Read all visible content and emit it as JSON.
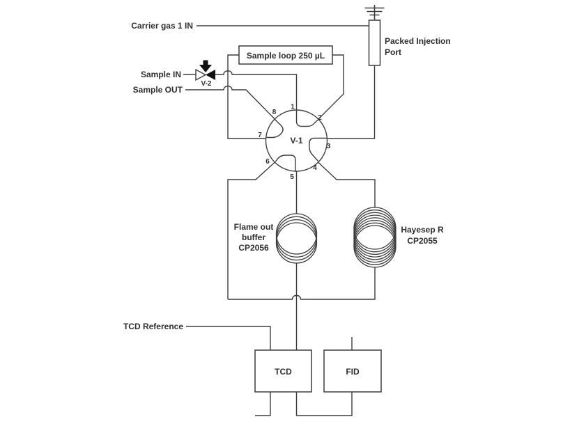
{
  "diagram": {
    "labels": {
      "carrier_gas_in": "Carrier gas 1 IN",
      "sample_in": "Sample IN",
      "sample_out": "Sample OUT",
      "tcd_reference": "TCD Reference",
      "sample_loop": "Sample loop 250 µL",
      "packed_injection_port": {
        "line1": "Packed Injection",
        "line2": "Port"
      },
      "flame_out_buffer": {
        "line1": "Flame out",
        "line2": "buffer",
        "line3": "CP2056"
      },
      "hayesep_column": {
        "line1": "Hayesep R",
        "line2": "CP2055"
      },
      "valve_main": "V-1",
      "valve_sample": "V-2",
      "detector_tcd": "TCD",
      "detector_fid": "FID"
    },
    "valve_ports": [
      "1",
      "2",
      "3",
      "4",
      "5",
      "6",
      "7",
      "8"
    ],
    "colors": {
      "line": "#3d3d3d",
      "text": "#2f2f2f",
      "background": "#ffffff"
    }
  }
}
